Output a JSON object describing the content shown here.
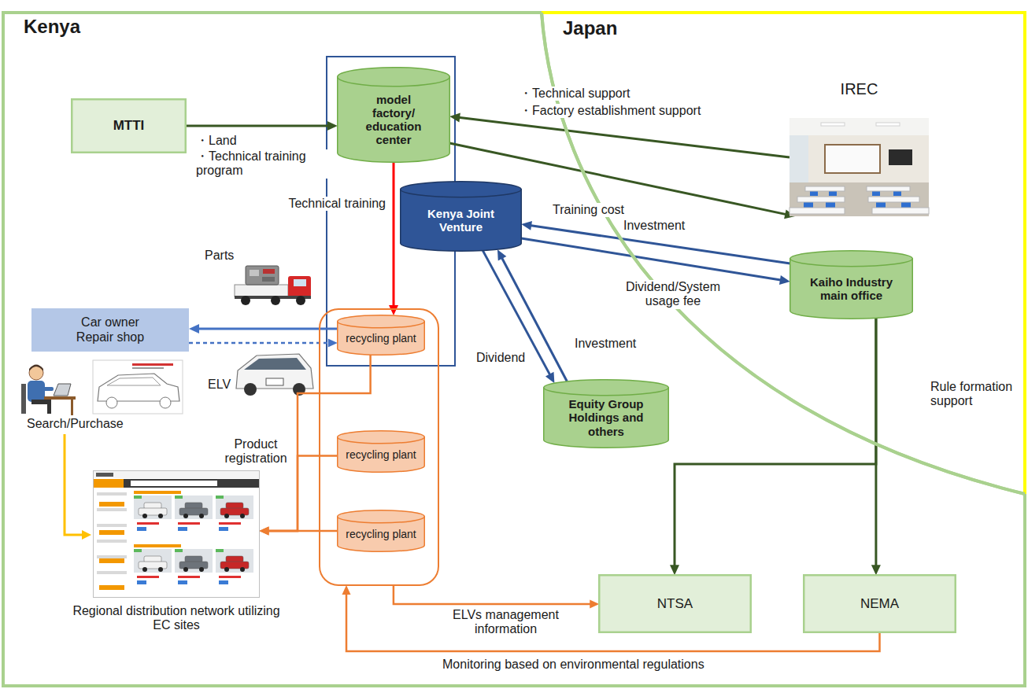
{
  "diagram": {
    "nodes": [
      {
        "text": [
          "Kenya"
        ]
      },
      {
        "text": [
          "Japan"
        ]
      },
      {
        "text": [
          "MTTI"
        ],
        "in": 0
      },
      {
        "text": [
          "model factory/ education center"
        ],
        "in": 0
      },
      {
        "text": [
          "Kenya Joint Venture"
        ],
        "in": 0
      },
      {
        "text": [],
        "in": 0
      },
      {
        "text": [
          "recycling plant"
        ],
        "in": 5
      },
      {
        "text": [
          "recycling plant"
        ],
        "in": 5
      },
      {
        "text": [
          "recycling plant"
        ],
        "in": 5
      },
      {
        "text": [
          "Car owner Repair shop"
        ],
        "in": 0
      },
      {
        "text": [
          "Regional distribution network utilizing EC sites"
        ],
        "in": 0
      },
      {
        "text": [
          "Equity Group Holdings and others"
        ],
        "in": 0
      },
      {
        "text": [
          "IREC"
        ],
        "in": 1
      },
      {
        "text": [
          "Kaiho Industry main office"
        ],
        "in": 1
      },
      {
        "text": [
          "NTSA"
        ],
        "in": 0
      },
      {
        "text": [
          "NEMA"
        ],
        "in": 0
      }
    ],
    "edges": [
      {
        "from": 2,
        "to": 3,
        "arrow": "to"
      },
      {
        "from": 12,
        "to": 3,
        "arrow": "to"
      },
      {
        "from": 3,
        "to": 12,
        "label": "Training cost",
        "arrow": "to"
      },
      {
        "from": 13,
        "to": 4,
        "label": "Investment",
        "arrow": "to"
      },
      {
        "from": 4,
        "to": 13,
        "label": "Dividend/System usage fee",
        "arrow": "to"
      },
      {
        "from": 4,
        "to": 11,
        "label": "Dividend",
        "arrow": "to"
      },
      {
        "from": 11,
        "to": 4,
        "label": "Investment",
        "arrow": "to"
      },
      {
        "from": 3,
        "to": 6,
        "label": "Technical training",
        "arrow": "to"
      },
      {
        "from": 6,
        "to": 9,
        "label": "Parts",
        "arrow": "to"
      },
      {
        "from": 9,
        "to": 6,
        "label": "ELV",
        "arrow": "to"
      },
      {
        "from": 6,
        "to": 10,
        "arrow": "to"
      },
      {
        "from": 7,
        "to": 10,
        "label": "Product registration",
        "arrow": "to"
      },
      {
        "from": 8,
        "to": 10,
        "arrow": "to"
      },
      {
        "from": 5,
        "to": 14,
        "label": "ELVs management information",
        "arrow": "to"
      },
      {
        "from": 15,
        "to": 5,
        "label": "Monitoring based on environmental regulations",
        "arrow": "to"
      },
      {
        "from": 13,
        "to": 14,
        "arrow": "to"
      },
      {
        "from": 13,
        "to": 15,
        "label": "Rule formation support",
        "arrow": "to"
      }
    ],
    "labels": [
      "・Land",
      "・Technical training program",
      "・Technical support",
      "・Factory establishment support",
      "Search/Purchase"
    ]
  }
}
